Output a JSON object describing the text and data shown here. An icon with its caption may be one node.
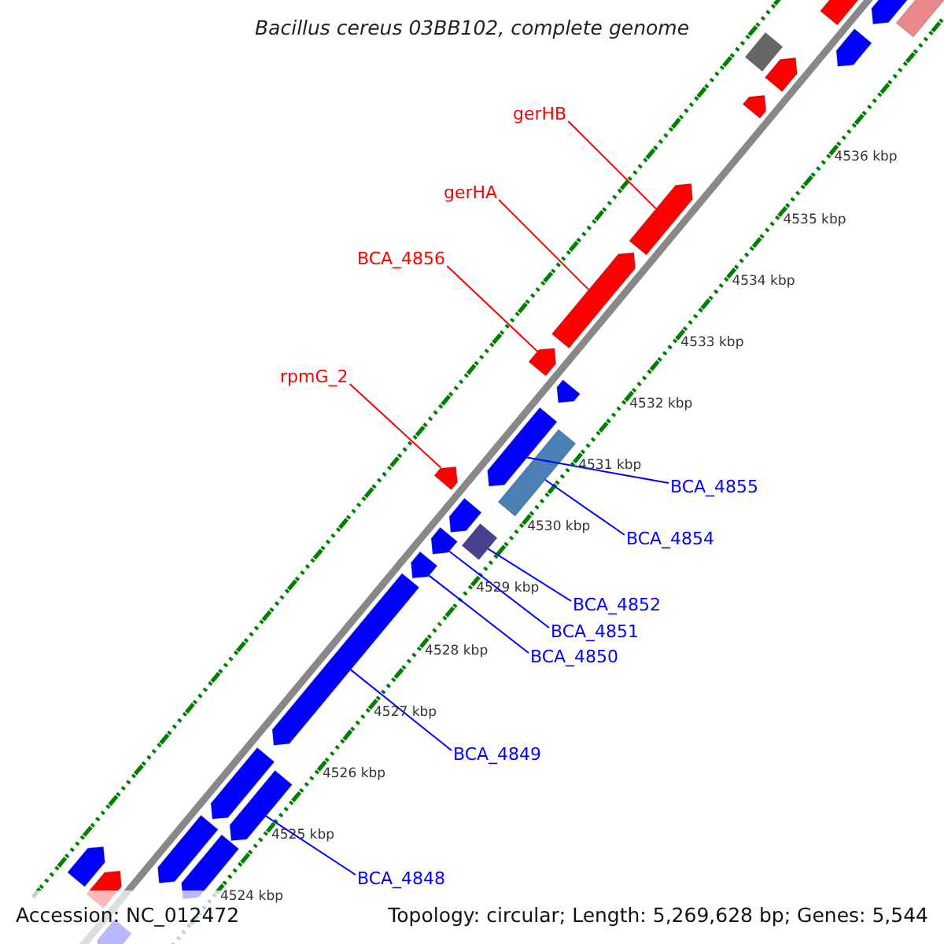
{
  "diagram": {
    "title": "Bacillus cereus 03BB102, complete genome",
    "nodes": [
      {
        "text": [
          "gerHB"
        ]
      },
      {
        "text": [
          "gerHA"
        ]
      },
      {
        "text": [
          "BCA_4856"
        ]
      },
      {
        "text": [
          "rpmG_2"
        ]
      },
      {
        "text": [
          "BCA_4855"
        ]
      },
      {
        "text": [
          "BCA_4854"
        ]
      },
      {
        "text": [
          "BCA_4852"
        ]
      },
      {
        "text": [
          "BCA_4851"
        ]
      },
      {
        "text": [
          "BCA_4850"
        ]
      },
      {
        "text": [
          "BCA_4849"
        ]
      },
      {
        "text": [
          "BCA_4848"
        ]
      },
      {
        "text": [],
        "shape": "bar"
      },
      {
        "text": [],
        "shape": "bar"
      },
      {
        "text": [],
        "shape": "bar"
      },
      {
        "text": [],
        "shape": "bar"
      },
      {
        "text": [],
        "shape": "bar"
      },
      {
        "text": [],
        "shape": "bar"
      },
      {
        "text": [],
        "shape": "bar"
      },
      {
        "text": [],
        "shape": "bar"
      },
      {
        "text": [],
        "shape": "bar"
      },
      {
        "text": [],
        "shape": "bar"
      },
      {
        "text": [],
        "shape": "bar"
      },
      {
        "text": [],
        "shape": "bar"
      },
      {
        "text": [],
        "shape": "bar"
      },
      {
        "text": [],
        "shape": "bar"
      },
      {
        "text": [],
        "shape": "bar"
      },
      {
        "text": [],
        "shape": "bar"
      },
      {
        "text": [],
        "shape": "bar"
      },
      {
        "text": [],
        "shape": "bar"
      },
      {
        "text": [],
        "shape": "bar"
      },
      {
        "text": [],
        "shape": "bar"
      },
      {
        "text": [],
        "shape": "bar"
      },
      {
        "text": [],
        "shape": "bar"
      },
      {
        "text": [],
        "shape": "bar"
      },
      {
        "text": [],
        "shape": "bar"
      },
      {
        "text": [],
        "shape": "bar"
      },
      {
        "text": [],
        "shape": "bar"
      }
    ],
    "edges": [
      {
        "from": 0,
        "to": 11,
        "arrow": "none",
        "color": "#ff0000"
      },
      {
        "from": 1,
        "to": 12,
        "arrow": "none",
        "color": "#ff0000"
      },
      {
        "from": 2,
        "to": 13,
        "arrow": "none",
        "color": "#ff0000"
      },
      {
        "from": 3,
        "to": 14,
        "arrow": "none",
        "color": "#ff0000"
      },
      {
        "from": 4,
        "to": 15,
        "arrow": "none"
      },
      {
        "from": 5,
        "to": 16,
        "arrow": "none"
      },
      {
        "from": 6,
        "to": 17,
        "arrow": "none"
      },
      {
        "from": 7,
        "to": 18,
        "arrow": "none"
      },
      {
        "from": 8,
        "to": 19,
        "arrow": "none"
      },
      {
        "from": 9,
        "to": 20,
        "arrow": "none"
      },
      {
        "from": 10,
        "to": 21,
        "arrow": "none"
      }
    ],
    "labels": [
      "4536 kbp",
      "4535 kbp",
      "4534 kbp",
      "4533 kbp",
      "4532 kbp",
      "4531 kbp",
      "4530 kbp",
      "4529 kbp",
      "4528 kbp",
      "4527 kbp",
      "4526 kbp",
      "4525 kbp",
      "4524 kbp",
      "Accession: NC_012472",
      "Topology: circular; Length: 5,269,628 bp; Genes: 5,544"
    ]
  }
}
